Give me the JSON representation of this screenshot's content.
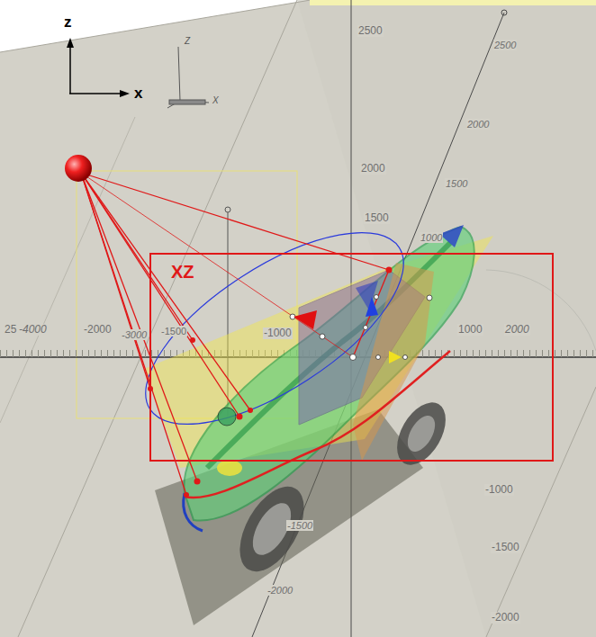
{
  "diagram": {
    "nodes": [
      {
        "text": [
          "XZ"
        ]
      }
    ],
    "labels": [
      "z",
      "x",
      "Z",
      "X",
      "2500",
      "2000",
      "1500",
      "-1000",
      "-1500",
      "-2000",
      "2500",
      "2000",
      "1500",
      "1000",
      "-1500",
      "-2000",
      "25",
      "-4000",
      "-2000",
      "-3000",
      "-1500",
      "-1000",
      "1000",
      "2000"
    ]
  }
}
